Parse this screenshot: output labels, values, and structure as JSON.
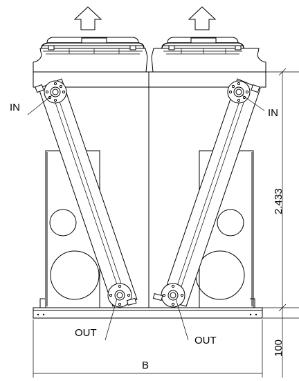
{
  "labels": {
    "in_left": "IN",
    "in_right": "IN",
    "out_left": "OUT",
    "out_right": "OUT",
    "width": "B",
    "height_total": "2.433",
    "height_base": "100"
  }
}
